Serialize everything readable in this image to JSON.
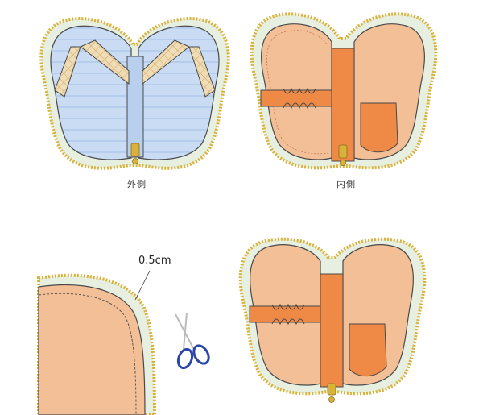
{
  "labels": {
    "outside": "外側",
    "inside": "内側",
    "measurement": "0.5cm"
  },
  "colors": {
    "blue_fill": "#c9dcf3",
    "blue_stripe": "#a9c4e6",
    "outline": "#4a4a4a",
    "peach_fill": "#f3bf97",
    "orange": "#ee8a45",
    "zipper_gold": "#d9b23a",
    "zipper_tape": "#e7efe0",
    "strap_plaid": "#f0dcb5",
    "scissor_blue": "#2c46a8"
  }
}
